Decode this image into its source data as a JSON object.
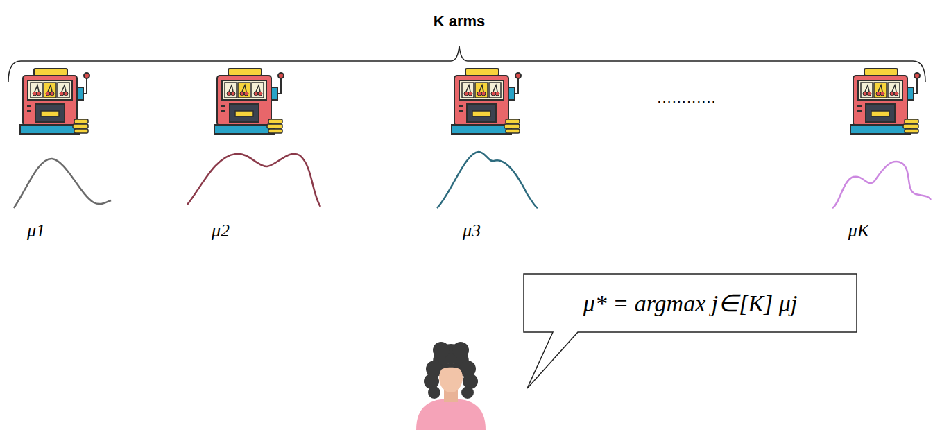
{
  "diagram": {
    "nodes": [
      {
        "text": [
          "μ* = argmax j∈[K] μj"
        ]
      }
    ],
    "labels": [
      "K arms",
      "............",
      "μ1",
      "μ2",
      "μ3",
      "μK"
    ]
  }
}
